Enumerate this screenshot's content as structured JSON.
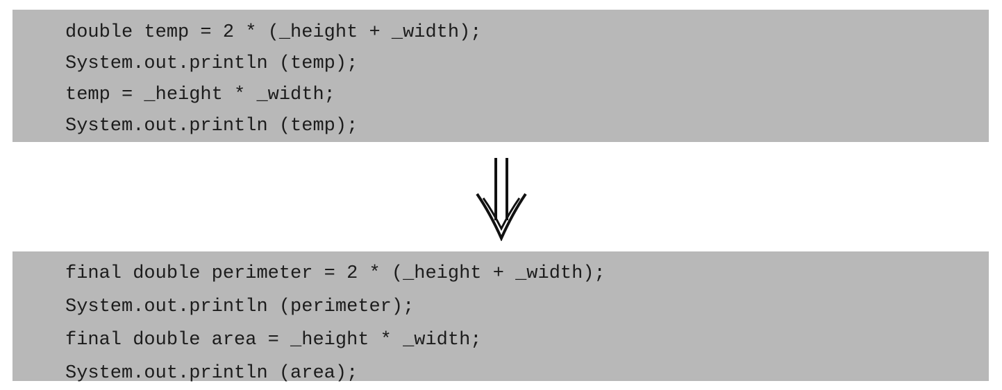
{
  "before": {
    "lines": [
      "double temp = 2 * (_height + _width);",
      "System.out.println (temp);",
      "temp = _height * _width;",
      "System.out.println (temp);"
    ]
  },
  "arrow": {
    "icon": "double-down-arrow-icon"
  },
  "after": {
    "lines": [
      "final double perimeter = 2 * (_height + _width);",
      "System.out.println (perimeter);",
      "final double area = _height * _width;",
      "System.out.println (area);"
    ]
  },
  "colors": {
    "block_background": "#b8b8b8",
    "text": "#1c1c1c",
    "page_background": "#ffffff"
  }
}
